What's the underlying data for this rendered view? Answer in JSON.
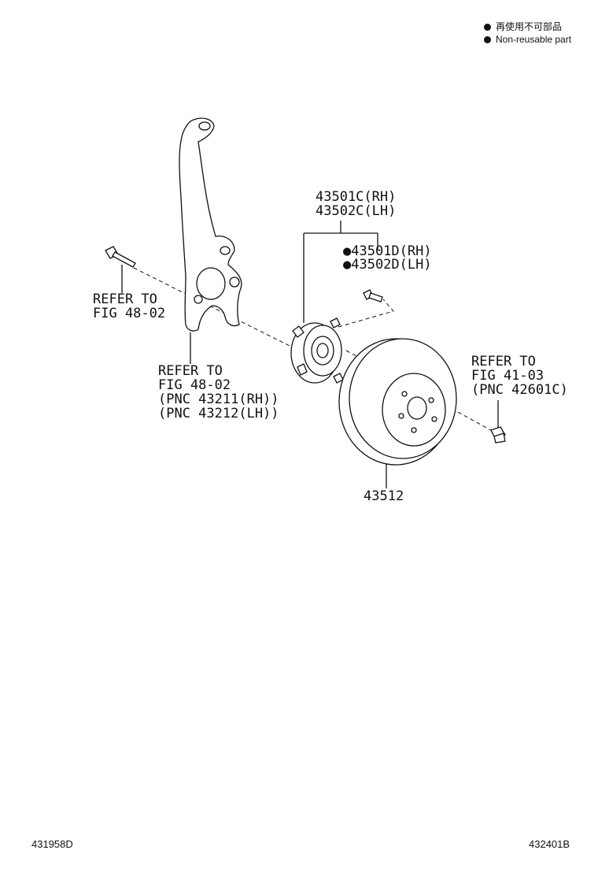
{
  "legend": {
    "items": [
      {
        "text": "再使用不可部品"
      },
      {
        "text": "Non-reusable part"
      }
    ]
  },
  "labels": {
    "hub_rh": "43501C(RH)",
    "hub_lh": "43502C(LH)",
    "bolt_rh": "●43501D(RH)",
    "bolt_lh": "●43502D(LH)",
    "refer_left_1": "REFER TO",
    "refer_left_2": "FIG 48-02",
    "refer_knuckle_1": "REFER TO",
    "refer_knuckle_2": "FIG 48-02",
    "refer_knuckle_3": "(PNC 43211(RH))",
    "refer_knuckle_4": "(PNC 43212(LH))",
    "refer_right_1": "REFER TO",
    "refer_right_2": "FIG 41-03",
    "refer_right_3": "(PNC 42601C)",
    "disc": "43512"
  },
  "footer": {
    "left": "431958D",
    "right": "432401B"
  },
  "style": {
    "line_color": "#111111",
    "background": "#ffffff"
  }
}
